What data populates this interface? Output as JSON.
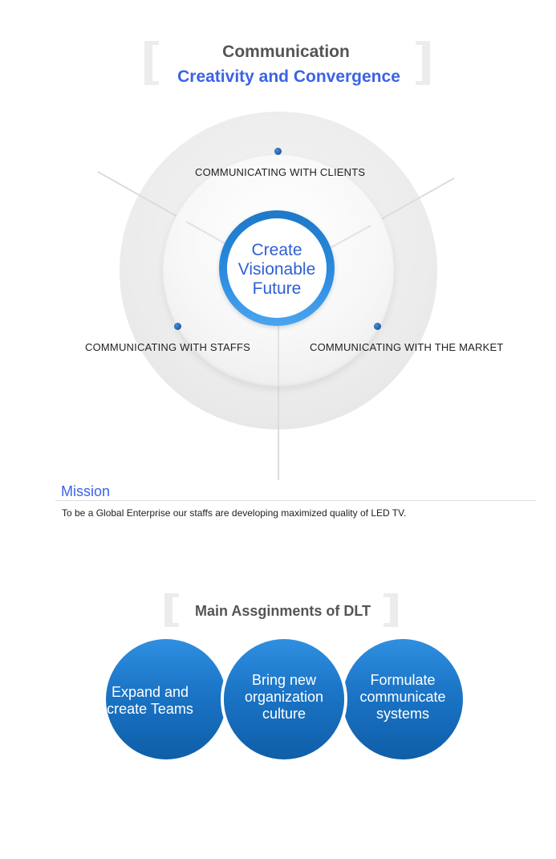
{
  "header": {
    "line1": "Communication",
    "line2": "Creativity and Convergence"
  },
  "diagram": {
    "core": [
      "Create",
      "Visionable",
      "Future"
    ],
    "labels": {
      "clients": "COMMUNICATING WITH CLIENTS",
      "staffs": "COMMUNICATING WITH STAFFS",
      "market": "COMMUNICATING WITH THE MARKET"
    },
    "colors": {
      "ring_blue": "#2b8be0",
      "text_blue": "#2f5fd6",
      "outer_gray": "#ececec"
    }
  },
  "mission": {
    "title": "Mission",
    "text": "To be a Global Enterprise our staffs are developing maximized quality of LED TV."
  },
  "assignments": {
    "title": "Main Assginments of DLT",
    "items": [
      [
        "Expand and",
        "create Teams"
      ],
      [
        "Bring new",
        "organization",
        "culture"
      ],
      [
        "Formulate",
        "communicate",
        "systems"
      ]
    ]
  }
}
